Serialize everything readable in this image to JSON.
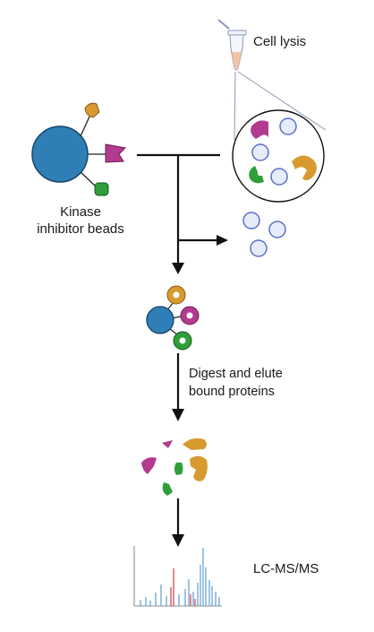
{
  "labels": {
    "cell_lysis": "Cell lysis",
    "beads_line1": "Kinase",
    "beads_line2": "inhibitor beads",
    "digest_line1": "Digest and elute",
    "digest_line2": "bound proteins",
    "lcms": "LC-MS/MS"
  },
  "colors": {
    "bead_blue": "#2f7fb6",
    "kinase_orange": "#d79a2f",
    "kinase_magenta": "#b23a8f",
    "kinase_green": "#2f9e3a",
    "free_protein_fill": "#e6ecfa",
    "free_protein_stroke": "#5b6fc8",
    "arrow": "#111111",
    "spectrum_blue": "#6aa3d6",
    "spectrum_red": "#d24a4a"
  },
  "icons": [
    "tube-icon",
    "bead-icon",
    "kinase-icon",
    "protein-icon",
    "mass-spectrum-icon"
  ]
}
